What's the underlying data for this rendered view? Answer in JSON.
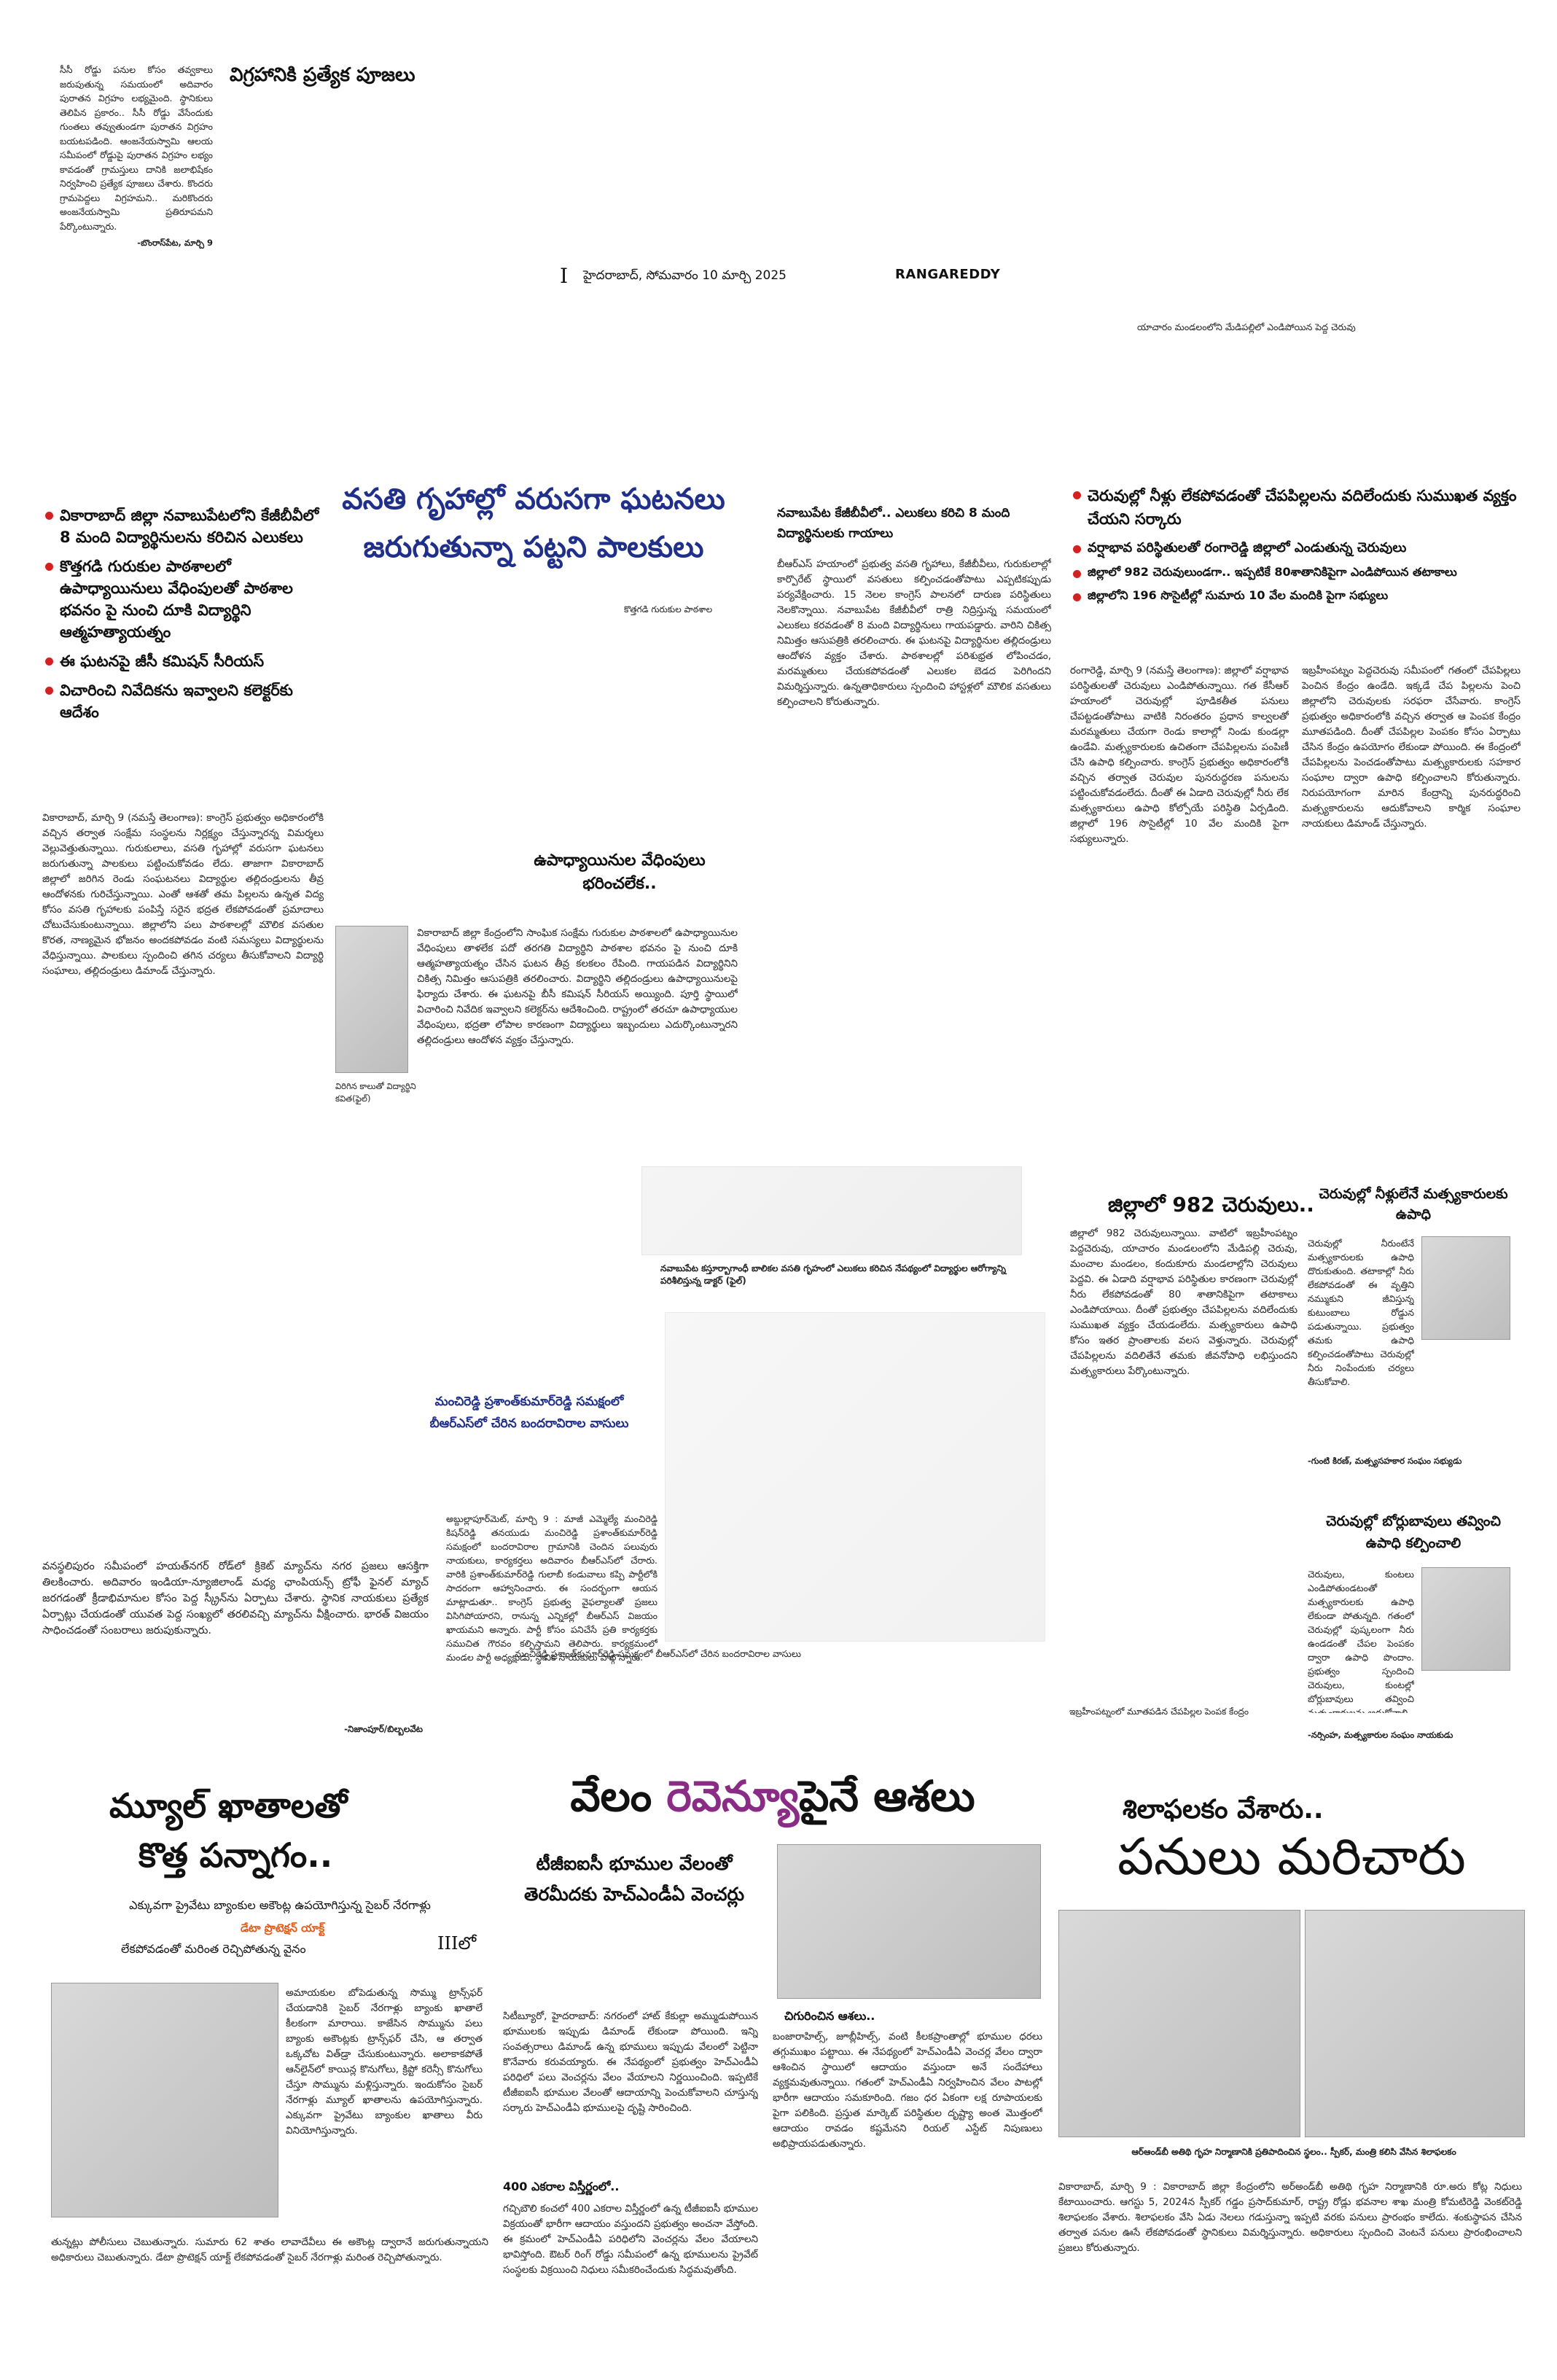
{
  "topbar": {
    "page_no": "I",
    "dateline": "హైదరాబాద్‌, సోమవారం 10 మార్చి 2025",
    "section": "RANGAREDDY"
  },
  "story_idol": {
    "headline": "విగ్రహానికి ప్రత్యేక పూజలు",
    "body": "సీసీ రోడ్డు పనుల కోసం తవ్వకాలు జరుపుతున్న సమయంలో అదివారం పురాతన విగ్రహం లభ్యమైంది. స్థానికులు తెలిపిన ప్రకారం.. సీసీ రోడ్డు వేసేందుకు గుంతలు తవ్వుతుండగా పురాతన విగ్రహం బయటపడింది. ఆంజనేయస్వామి ఆలయ సమీపంలో రోడ్డుపై పురాతన విగ్రహం లభ్యం కావడంతో గ్రామస్తులు దానికి జలాభిషేకం నిర్వహించి ప్రత్యేక పూజలు చేశారు. కొందరు గ్రామపెద్దలు విగ్రహమని.. మరికొందరు అంజనేయస్వామి ప్రతిరూపమని పేర్కొంటున్నారు.",
    "dateline": "-బొంరాస్‌పేట, మార్చి 9"
  },
  "photo_caption_pond": "యాచారం మండలంలోని మేడిపల్లిలో ఎండిపోయిన పెద్ద చెరువు",
  "story_hostel": {
    "bullets": [
      "వికారాబాద్‌ జిల్లా నవాబుపేటలోని కేజీబీవీలో 8 మంది విద్యార్థినులను కరిచిన ఎలుకలు",
      "కొత్తగడి గురుకుల పాఠశాలలో ఉపాధ్యాయినులు వేధింపులతో పాఠశాల భవనం పై నుంచి దూకి విద్యార్థిని ఆత్మహత్యాయత్నం",
      "ఈ ఘటనపై జీసీ కమిషన్‌ సీరియస్‌",
      "విచారించి నివేదికను ఇవ్వాలని కలెక్టర్‌కు ఆదేశం"
    ],
    "headline": "వసతి గృహాల్లో వరుసగా ఘటనలు జరుగుతున్నా పట్టని పాలకులు",
    "photo_label": "కొత్తగడి గురుకుల పాఠశాల",
    "body_col1": "వికారాబాద్‌, మార్చి 9 (నమస్తే తెలంగాణ): కాంగ్రెస్‌ ప్రభుత్వం అధికారంలోకి వచ్చిన తర్వాత సంక్షేమ సంస్థలను నిర్లక్ష్యం చేస్తున్నారన్న విమర్శలు వెల్లువెత్తుతున్నాయి. గురుకులాలు, వసతి గృహాల్లో వరుసగా ఘటనలు జరుగుతున్నా పాలకులు పట్టించుకోవడం లేదు. తాజాగా వికారాబాద్‌ జిల్లాలో జరిగిన రెండు సంఘటనలు విద్యార్థుల తల్లిదండ్రులను తీవ్ర ఆందోళనకు గురిచేస్తున్నాయి. ఎంతో ఆశతో తమ పిల్లలను ఉన్నత విద్య కోసం వసతి గృహాలకు పంపిస్తే సరైన భద్రత లేకపోవడంతో ప్రమాదాలు చోటుచేసుకుంటున్నాయి. జిల్లాలోని పలు పాఠశాలల్లో మౌలిక వసతుల కొరత, నాణ్యమైన భోజనం అందకపోవడం వంటి సమస్యలు విద్యార్థులను వేధిస్తున్నాయి. పాలకులు స్పందించి తగిన చర్యలు తీసుకోవాలని విద్యార్థి సంఘాలు, తల్లిదండ్రులు డిమాండ్‌ చేస్తున్నారు.",
    "subhead_teachers": "ఉపాధ్యాయినుల వేధింపులు భరించలేక..",
    "body_col2": "వికారాబాద్‌ జిల్లా కేంద్రంలోని సాంఘిక సంక్షేమ గురుకుల పాఠశాలలో ఉపాధ్యాయినుల వేధింపులు తాళలేక పదో తరగతి విద్యార్థిని పాఠశాల భవనం పై నుంచి దూకి ఆత్మహత్యాయత్నం చేసిన ఘటన తీవ్ర కలకలం రేపింది. గాయపడిన విద్యార్థినిని చికిత్స నిమిత్తం ఆసుపత్రికి తరలించారు. విద్యార్థిని తల్లిదండ్రులు ఉపాధ్యాయినులపై ఫిర్యాదు చేశారు. ఈ ఘటనపై బీసీ కమిషన్‌ సీరియస్‌ అయ్యింది. పూర్తి స్థాయిలో విచారించి నివేదిక ఇవ్వాలని కలెక్టర్‌ను ఆదేశించింది. రాష్ట్రంలో తరచూ ఉపాధ్యాయుల వేధింపులు, భద్రతా లోపాల కారణంగా విద్యార్థులు ఇబ్బందులు ఎదుర్కొంటున్నారని తల్లిదండ్రులు ఆందోళన వ్యక్తం చేస్తున్నారు.",
    "photo_caption_small": "విరిగిన కాలుతో విద్యార్థిని కవిత(ఫైల్‌)",
    "subhead_rats": "నవాబుపేట కేజీబీవీలో.. ఎలుకలు కరిచి 8 మంది విద్యార్థినులకు గాయాలు",
    "body_col3": "బీఆర్‌ఎస్‌ హయాంలో ప్రభుత్వ వసతి గృహాలు, కేజీబీవీలు, గురుకులాల్లో కార్పొరేట్‌ స్థాయిలో వసతులు కల్పించడంతోపాటు ఎప్పటికప్పుడు పర్యవేక్షించారు. 15 నెలల కాంగ్రెస్‌ పాలనలో దారుణ పరిస్థితులు నెలకొన్నాయి. నవాబుపేట కేజీబీవీలో రాత్రి నిద్రిస్తున్న సమయంలో ఎలుకలు కరవడంతో 8 మంది విద్యార్థినులు గాయపడ్డారు. వారిని చికిత్స నిమిత్తం ఆసుపత్రికి తరలించారు. ఈ ఘటనపై విద్యార్థినుల తల్లిదండ్రులు ఆందోళన వ్యక్తం చేశారు. పాఠశాలల్లో పరిశుభ్రత లోపించడం, మరమ్మతులు చేయకపోవడంతో ఎలుకల బెడద పెరిగిందని విమర్శిస్తున్నారు. ఉన్నతాధికారులు స్పందించి హాస్టళ్లలో మౌలిక వసతులు కల్పించాలని కోరుతున్నారు.",
    "photo_caption_hospital": "నవాబుపేట కస్తూర్బాగాంధీ బాలికల వసతి గృహంలో ఎలుకలు కరిచిన నేపథ్యంలో విద్యార్థుల ఆరోగ్యాన్ని పరిశీలిస్తున్న డాక్టర్‌ (ఫైల్‌)"
  },
  "story_ponds": {
    "bullets": [
      "చెరువుల్లో నీళ్లు లేకపోవడంతో చేపపిల్లలను వదిలేందుకు సుముఖత వ్యక్తం చేయని సర్కారు",
      "వర్షాభావ పరిస్థితులతో రంగారెడ్డి జిల్లాలో ఎండుతున్న చెరువులు",
      "జిల్లాలో 982 చెరువులుండగా.. ఇప్పటికే 80శాతానికిపైగా ఎండిపోయిన తటాకాలు",
      "జిల్లాలోని 196 సొసైటీల్లో సుమారు 10 వేల మందికి పైగా సభ్యులు"
    ],
    "body_col1": "రంగారెడ్డి, మార్చి 9 (నమస్తే తెలంగాణ): జిల్లాలో వర్షాభావ పరిస్థితులతో చెరువులు ఎండిపోతున్నాయి. గత కేసీఆర్‌ హయాంలో చెరువుల్లో పూడికతీత పనులు చేపట్టడంతోపాటు వాటికి నిరంతరం ప్రధాన కాల్వలతో మరమ్మతులు చేయగా రెండు కాలాల్లో నిండు కుండల్లా ఉండేవి. మత్స్యకారులకు ఉచితంగా చేపపిల్లలను పంపిణీ చేసి ఉపాధి కల్పించారు. కాంగ్రెస్‌ ప్రభుత్వం అధికారంలోకి వచ్చిన తర్వాత చెరువుల పునరుద్ధరణ పనులను పట్టించుకోవడంలేదు. దీంతో ఈ ఏడాది చెరువుల్లో నీరు లేక మత్స్యకారులు ఉపాధి కోల్పోయే పరిస్థితి ఏర్పడింది. జిల్లాలో 196 సొసైటీల్లో 10 వేల మందికి పైగా సభ్యులున్నారు.",
    "body_col2": "ఇబ్రహీంపట్నం పెద్దచెరువు సమీపంలో గతంలో చేపపిల్లలు పెంచిన కేంద్రం ఉండేది. ఇక్కడే చేప పిల్లలను పెంచి జిల్లాలోని చెరువులకు సరఫరా చేసేవారు. కాంగ్రెస్‌ ప్రభుత్వం అధికారంలోకి వచ్చిన తర్వాత ఆ పెంపక కేంద్రం మూతపడింది. దీంతో చేపపిల్లల పెంపకం కోసం ఏర్పాటు చేసిన కేంద్రం ఉపయోగం లేకుండా పోయింది. ఈ కేంద్రంలో చేపపిల్లలను పెంచడంతోపాటు మత్స్యకారులకు సహకార సంఘాల ద్వారా ఉపాధి కల్పించాలని కోరుతున్నారు. నిరుపయోగంగా మారిన కేంద్రాన్ని పునరుద్ధరించి మత్స్యకారులను ఆదుకోవాలని కార్మిక సంఘాల నాయకులు డిమాండ్‌ చేస్తున్నారు.",
    "subhead_982": "జిల్లాలో 982 చెరువులు..",
    "body_982": "జిల్లాలో 982 చెరువులున్నాయి. వాటిలో ఇబ్రహీంపట్నం పెద్దచెరువు, యాచారం మండలంలోని మేడిపల్లి చెరువు, మంచాల మండలం, కందుకూరు మండలాల్లోని చెరువులు పెద్దవి. ఈ ఏడాది వర్షాభావ పరిస్థితుల కారణంగా చెరువుల్లో నీరు లేకపోవడంతో 80 శాతానికిపైగా తటాకాలు ఎండిపోయాయి. దీంతో ప్రభుత్వం చేపపిల్లలను వదిలేందుకు సుముఖత వ్యక్తం చేయడంలేదు. మత్స్యకారులు ఉపాధి కోసం ఇతర ప్రాంతాలకు వలస వెళ్తున్నారు. చెరువుల్లో చేపపిల్లలను వదిలితేనే తమకు జీవనోపాధి లభిస్తుందని మత్స్యకారులు పేర్కొంటున్నారు.",
    "quote1_head": "చెరువుల్లో నీళ్లులేనేే మత్స్యకారులకు ఉపాధి",
    "quote1_body": "చెరువుల్లో నీరుంటేనే మత్స్యకారులకు ఉపాధి దొరుకుతుంది. తటాకాల్లో నీరు లేకపోవడంతో ఈ వృత్తిని నమ్ముకుని జీవిస్తున్న కుటుంబాలు రోడ్డున పడుతున్నాయి. ప్రభుత్వం తమకు ఉపాధి కల్పించడంతోపాటు చెరువుల్లో నీరు నింపేందుకు చర్యలు తీసుకోవాలి.",
    "quote1_by": "-గుంటి కిరణ్‌, మత్స్యసహకార సంఘం సభ్యుడు",
    "quote2_head": "చెరువుల్లో బోర్లుబావులు తవ్వించి ఉపాధి కల్పించాలి",
    "quote2_body": "చెరువులు, కుంటలు ఎండిపోతుండటంతో మత్స్యకారులకు ఉపాధి లేకుండా పోతున్నది. గతంలో చెరువుల్లో పుష్కలంగా నీరు ఉండడంతో చేపల పెంపకం ద్వారా ఉపాధి పొందాం. ప్రభుత్వం స్పందించి చెరువులు, కుంటల్లో బోర్లుబావులు తవ్వించి మత్స్యకారులను ఆదుకోవాలి.",
    "quote2_by": "-నర్సింహ, మత్స్యకారుల సంఘం నాయకుడు",
    "photo_caption": "ఇబ్రహీంపట్నంలో మూతపడిన చేపపిల్లల పెంపక కేంద్రం"
  },
  "story_cricket": {
    "body": "వనస్థలిపురం సమీపంలో హయత్‌నగర్‌ రోడ్‌లో క్రికెట్‌ మ్యాచ్‌ను నగర ప్రజలు ఆసక్తిగా తిలకించారు. అదివారం ఇండియా-న్యూజిలాండ్‌ మధ్య ఛాంపియన్స్‌ ట్రోఫీ ఫైనల్‌ మ్యాచ్‌ జరగడంతో క్రీడాభిమానుల కోసం పెద్ద స్క్రీన్‌ను ఏర్పాటు చేశారు. స్థానిక నాయకులు ప్రత్యేక ఏర్పాట్లు చేయడంతో యువత పెద్ద సంఖ్యలో తరలివచ్చి మ్యాచ్‌ను వీక్షించారు. భారత్‌ విజయం సాధించడంతో సంబరాలు జరుపుకున్నారు.",
    "dateline": "-నిజాంపూర్‌/బిల్బలవేట"
  },
  "story_brs": {
    "headline": "మంచిరెడ్డి ప్రశాంత్‌కుమార్‌రెడ్డి సమక్షంలో బీఆర్‌ఎస్‌లో చేరిన బందరావిరాల వాసులు",
    "body": "అబ్దుల్లాపూర్‌మెట్‌, మార్చి 9 : మాజీ ఎమ్మెల్యే మంచిరెడ్డి కిషన్‌రెడ్డి తనయుడు మంచిరెడ్డి ప్రశాంత్‌కుమార్‌రెడ్డి సమక్షంలో బందరావిరాల గ్రామానికి చెందిన పలువురు నాయకులు, కార్యకర్తలు అదివారం బీఆర్‌ఎస్‌లో చేరారు. వారికి ప్రశాంత్‌కుమార్‌రెడ్డి గులాబీ కండువాలు కప్పి పార్టీలోకి సాదరంగా ఆహ్వానించారు. ఈ సందర్భంగా ఆయన మాట్లాడుతూ.. కాంగ్రెస్‌ ప్రభుత్వ వైఫల్యాలతో ప్రజలు విసిగిపోయారని, రానున్న ఎన్నికల్లో బీఆర్‌ఎస్‌ విజయం ఖాయమని అన్నారు. పార్టీ కోసం పనిచేసే ప్రతి కార్యకర్తకు సముచిత గౌరవం కల్పిస్తామని తెలిపారు. కార్యక్రమంలో మండల పార్టీ అధ్యక్షుడు, స్థానిక నాయకులు పాల్గొన్నారు.",
    "photo_caption": "మంచిరెడ్డి ప్రశాంత్‌కుమార్‌రెడ్డి సమక్షంలో బీఆర్‌ఎస్‌లో చేరిన బందరావిరాల వాసులు"
  },
  "story_mule": {
    "headline1": "మ్యూల్‌ ఖాతాలతో",
    "headline2": "కొత్త పన్నాగం..",
    "deck": "ఎక్కువగా ప్రైవేటు బ్యాంకుల అకౌంట్ల ఉపయోగిస్తున్న సైబర్‌ నేరగాళ్లు",
    "kicker": "డేటా ప్రొటెక్షన్‌ యాక్ట్‌",
    "deck2": "లేకపోవడంతో మరింత రెచ్చిపోతున్న వైనం",
    "page_ref": "IIIలో",
    "body": "అమాయకుల బోపెడుతున్న సొమ్ము ట్రాన్స్‌ఫర్‌ చేయడానికి సైబర్‌ నేరగాళ్లు బ్యాంకు ఖాతాలే కీలకంగా మారాయి. కాజేసిన సొమ్మును పలు బ్యాంకు అకౌంట్లకు ట్రాన్స్‌ఫర్‌ చేసి, ఆ తర్వాత ఒక్కచోట విత్‌డ్రా చేసుకుంటున్నారు. అలాకాకపోతే ఆన్‌లైన్‌లో కాయిన్ల కొనుగోలు, క్రిప్టో కరెన్సీ కొనుగోలు చేస్తూ సొమ్మును మళ్లిస్తున్నారు. ఇందుకోసం సైబర్‌ నేరగాళ్లు మ్యూల్‌ ఖాతాలను ఉపయోగిస్తున్నారు. ఎక్కువగా ప్రైవేటు బ్యాంకుల ఖాతాలు వీరు వినియోగిస్తున్నారు.",
    "body2": "తున్నట్లు పోలీసులు చెబుతున్నారు. సుమారు 62 శాతం లావాదేవీలు ఈ అకౌంట్ల ద్వారానే జరుగుతున్నాయని అధికారులు చెబుతున్నారు. డేటా ప్రొటెక్షన్‌ యాక్ట్‌ లేకపోవడంతో సైబర్‌ నేరగాళ్లు మరింత రెచ్చిపోతున్నారు."
  },
  "story_auction": {
    "headline": "వేలం రెవెన్యూపైనే ఆశలు",
    "headline_accent": "రెవెన్యూ",
    "headline_pre": "వేలం ",
    "headline_post": "పైనే ఆశలు",
    "subhead": "టీజీఐఐసీ భూముల వేలంతో తెరమీదకు హెచ్‌ఎండీఏ వెంచర్లు",
    "body_col1": "సిటీబ్యూరో, హైదరాబాద్‌: నగరంలో హాట్‌ కేకుల్లా అమ్ముడుపోయిన భూములకు ఇప్పుడు డిమాండ్‌ లేకుండా పోయింది. ఇన్ని సంవత్సరాలు డిమాండ్‌ ఉన్న భూములు ఇప్పుడు వేలంలో పెట్టినా కొనేవారు కరువయ్యారు. ఈ నేపథ్యంలో ప్రభుత్వం హెచ్‌ఎండీఏ పరిధిలో పలు వెంచర్లను వేలం వేయాలని నిర్ణయించింది. ఇప్పటికే టీజీఐఐసీ భూముల వేలంతో ఆదాయాన్ని పెంచుకోవాలని చూస్తున్న సర్కారు హెచ్‌ఎండీఏ భూములపై దృష్టి సారించింది.",
    "subhead2": "400 ఎకరాల విస్తీర్ణంలో..",
    "body_col1b": "గచ్చిబౌలి కంచలో 400 ఎకరాల విస్తీర్ణంలో ఉన్న టీజీఐఐసీ భూముల విక్రయంతో భారీగా ఆదాయం వస్తుందని ప్రభుత్వం అంచనా వేస్తోంది. ఈ క్రమంలో హెచ్‌ఎండీఏ పరిధిలోని వెంచర్లను వేలం వేయాలని భావిస్తోంది. ఔటర్‌ రింగ్‌ రోడ్డు సమీపంలో ఉన్న భూములను ప్రైవేట్‌ సంస్థలకు విక్రయించి నిధులు సమీకరించేందుకు సిద్ధమవుతోంది.",
    "subhead3": "చిగురించిన ఆశలు..",
    "body_col2": "బంజారాహిల్స్‌, జూబ్లీహిల్స్‌, వంటి కీలకప్రాంతాల్లో భూముల ధరలు తగ్గుముఖం పట్టాయి. ఈ నేపథ్యంలో హెచ్‌ఎండీఏ వెంచర్ల వేలం ద్వారా ఆశించిన స్థాయిలో ఆదాయం వస్తుందా అనే సందేహాలు వ్యక్తమవుతున్నాయి. గతంలో హెచ్‌ఎండీఏ నిర్వహించిన వేలం పాటల్లో భారీగా ఆదాయం సమకూరింది. గజం ధర ఏకంగా లక్ష రూపాయలకు పైగా పలికింది. ప్రస్తుత మార్కెట్‌ పరిస్థితుల దృష్ట్యా అంత మొత్తంలో ఆదాయం రావడం కష్టమేనని రియల్‌ ఎస్టేట్‌ నిపుణులు అభిప్రాయపడుతున్నారు."
  },
  "story_foundation": {
    "kicker": "శిలాఫలకం వేశారు..",
    "headline": "పనులు మరిచారు",
    "photo_caption": "ఆర్‌ఆండ్‌బీ అతిథి గృహ నిర్మాణానికి ప్రతిపాదించిన స్థలం.. స్పీకర్‌, మంత్రి కలిసి వేసిన శిలాఫలకం",
    "body": "వికారాబాద్‌, మార్చి 9 : వికారాబాద్‌ జిల్లా కేంద్రంలోని అర్‌అండ్‌బీ అతిథి గృహ నిర్మాణానికి రూ.అరు కోట్ల నిధులు కేటాయించారు. ఆగస్టు 5, 2024న స్పీకర్‌ గడ్డం ప్రసాద్‌కుమార్‌, రాష్ట్ర రోడ్లు భవనాల శాఖ మంత్రి కోమటిరెడ్డి వెంకట్‌రెడ్డి శిలాఫలకం వేశారు. శిలాఫలకం వేసి ఏడు నెలలు గడుస్తున్నా ఇప్పటి వరకు పనులు ప్రారంభం కాలేదు. శంకుస్థాపన చేసిన తర్వాత పనుల ఊసే లేకపోవడంతో స్థానికులు విమర్శిస్తున్నారు. అధికారులు స్పందించి వెంటనే పనులు ప్రారంభించాలని ప్రజలు కోరుతున్నారు."
  }
}
